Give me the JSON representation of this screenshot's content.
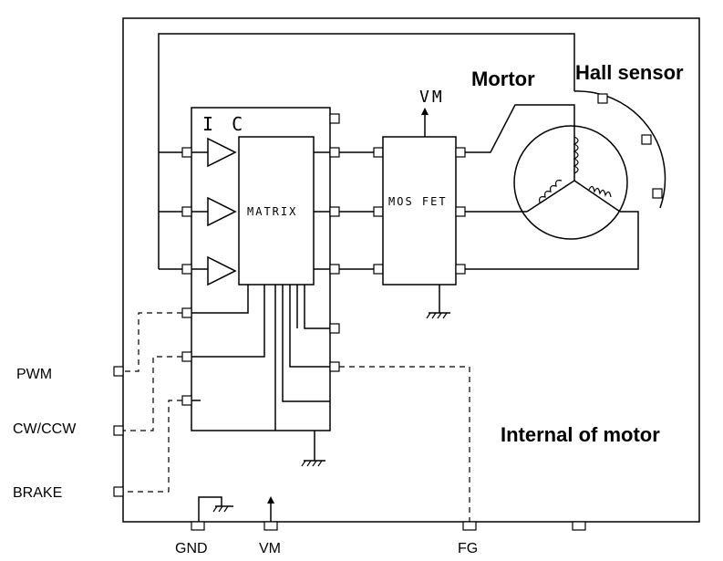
{
  "labels": {
    "motor": "Mortor",
    "hall_sensor": "Hall sensor",
    "internal": "Internal of motor",
    "ic": "I C",
    "matrix": "MATRIX",
    "mosfet": "MOS FET",
    "vm_top": "VM",
    "pwm": "PWM",
    "cwccw": "CW/CCW",
    "brake": "BRAKE",
    "gnd": "GND",
    "vm_bottom": "VM",
    "fg": "FG"
  }
}
